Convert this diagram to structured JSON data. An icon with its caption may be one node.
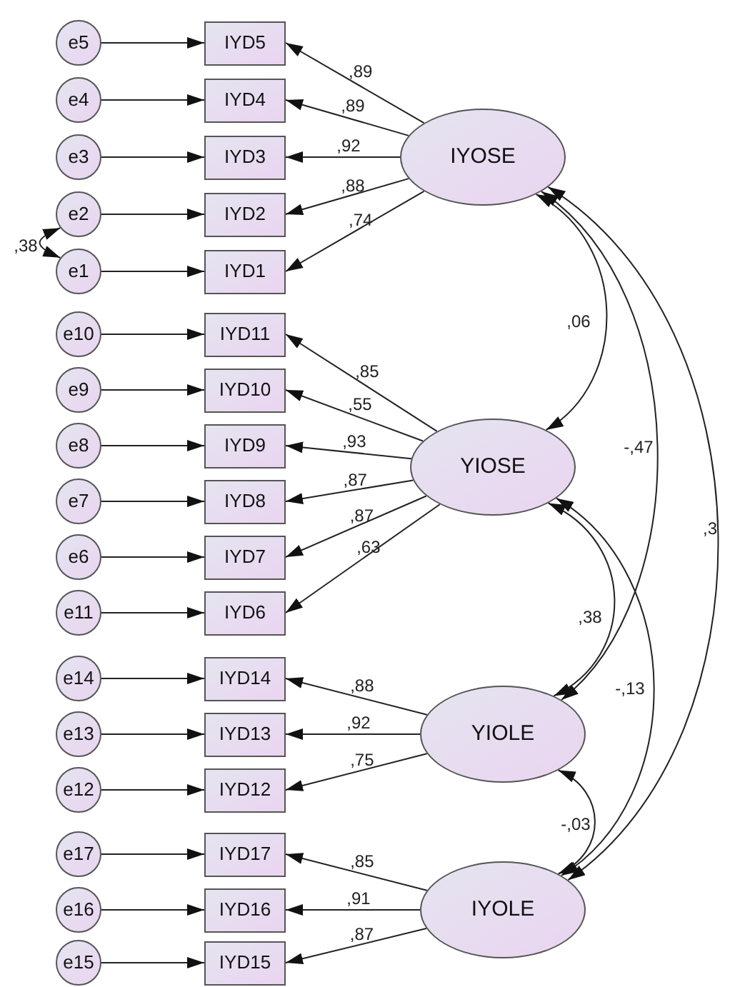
{
  "diagram": {
    "nodes": [
      {
        "text": [
          "e5"
        ]
      },
      {
        "text": [
          "IYD5"
        ]
      },
      {
        "text": [
          "e4"
        ]
      },
      {
        "text": [
          "IYD4"
        ]
      },
      {
        "text": [
          "e3"
        ]
      },
      {
        "text": [
          "IYD3"
        ]
      },
      {
        "text": [
          "e2"
        ]
      },
      {
        "text": [
          "IYD2"
        ]
      },
      {
        "text": [
          "e1"
        ]
      },
      {
        "text": [
          "IYD1"
        ]
      },
      {
        "text": [
          "IYOSE"
        ]
      },
      {
        "text": [
          "e10"
        ]
      },
      {
        "text": [
          "IYD11"
        ]
      },
      {
        "text": [
          "e9"
        ]
      },
      {
        "text": [
          "IYD10"
        ]
      },
      {
        "text": [
          "e8"
        ]
      },
      {
        "text": [
          "IYD9"
        ]
      },
      {
        "text": [
          "e7"
        ]
      },
      {
        "text": [
          "IYD8"
        ]
      },
      {
        "text": [
          "e6"
        ]
      },
      {
        "text": [
          "IYD7"
        ]
      },
      {
        "text": [
          "e11"
        ]
      },
      {
        "text": [
          "IYD6"
        ]
      },
      {
        "text": [
          "YIOSE"
        ]
      },
      {
        "text": [
          "e14"
        ]
      },
      {
        "text": [
          "IYD14"
        ]
      },
      {
        "text": [
          "e13"
        ]
      },
      {
        "text": [
          "IYD13"
        ]
      },
      {
        "text": [
          "e12"
        ]
      },
      {
        "text": [
          "IYD12"
        ]
      },
      {
        "text": [
          "YIOLE"
        ]
      },
      {
        "text": [
          "e17"
        ]
      },
      {
        "text": [
          "IYD17"
        ]
      },
      {
        "text": [
          "e16"
        ]
      },
      {
        "text": [
          "IYD16"
        ]
      },
      {
        "text": [
          "e15"
        ]
      },
      {
        "text": [
          "IYD15"
        ]
      },
      {
        "text": [
          "IYOLE"
        ]
      }
    ],
    "edges": [
      {
        "from": 0,
        "to": 1,
        "arrow": "to"
      },
      {
        "from": 2,
        "to": 3,
        "arrow": "to"
      },
      {
        "from": 4,
        "to": 5,
        "arrow": "to"
      },
      {
        "from": 6,
        "to": 7,
        "arrow": "to"
      },
      {
        "from": 8,
        "to": 9,
        "arrow": "to"
      },
      {
        "from": 10,
        "to": 1,
        "arrow": "to",
        "label": ",89"
      },
      {
        "from": 10,
        "to": 3,
        "arrow": "to",
        "label": ",89"
      },
      {
        "from": 10,
        "to": 5,
        "arrow": "to",
        "label": ",92"
      },
      {
        "from": 10,
        "to": 7,
        "arrow": "to",
        "label": ",88"
      },
      {
        "from": 10,
        "to": 9,
        "arrow": "to",
        "label": ",74"
      },
      {
        "from": 6,
        "to": 8,
        "arrow": "both",
        "label": ",38"
      },
      {
        "from": 11,
        "to": 12,
        "arrow": "to"
      },
      {
        "from": 13,
        "to": 14,
        "arrow": "to"
      },
      {
        "from": 15,
        "to": 16,
        "arrow": "to"
      },
      {
        "from": 17,
        "to": 18,
        "arrow": "to"
      },
      {
        "from": 19,
        "to": 20,
        "arrow": "to"
      },
      {
        "from": 21,
        "to": 22,
        "arrow": "to"
      },
      {
        "from": 23,
        "to": 12,
        "arrow": "to",
        "label": ",85"
      },
      {
        "from": 23,
        "to": 14,
        "arrow": "to",
        "label": ",55"
      },
      {
        "from": 23,
        "to": 16,
        "arrow": "to",
        "label": ",93"
      },
      {
        "from": 23,
        "to": 18,
        "arrow": "to",
        "label": ",87"
      },
      {
        "from": 23,
        "to": 20,
        "arrow": "to",
        "label": ",87"
      },
      {
        "from": 23,
        "to": 22,
        "arrow": "to",
        "label": ",63"
      },
      {
        "from": 24,
        "to": 25,
        "arrow": "to"
      },
      {
        "from": 26,
        "to": 27,
        "arrow": "to"
      },
      {
        "from": 28,
        "to": 29,
        "arrow": "to"
      },
      {
        "from": 30,
        "to": 25,
        "arrow": "to",
        "label": ",88"
      },
      {
        "from": 30,
        "to": 27,
        "arrow": "to",
        "label": ",92"
      },
      {
        "from": 30,
        "to": 29,
        "arrow": "to",
        "label": ",75"
      },
      {
        "from": 31,
        "to": 32,
        "arrow": "to"
      },
      {
        "from": 33,
        "to": 34,
        "arrow": "to"
      },
      {
        "from": 35,
        "to": 36,
        "arrow": "to"
      },
      {
        "from": 37,
        "to": 32,
        "arrow": "to",
        "label": ",85"
      },
      {
        "from": 37,
        "to": 34,
        "arrow": "to",
        "label": ",91"
      },
      {
        "from": 37,
        "to": 36,
        "arrow": "to",
        "label": ",87"
      },
      {
        "from": 10,
        "to": 23,
        "arrow": "both",
        "label": ",06"
      },
      {
        "from": 10,
        "to": 30,
        "arrow": "both",
        "label": "-,47"
      },
      {
        "from": 10,
        "to": 37,
        "arrow": "both",
        "label": ",3"
      },
      {
        "from": 23,
        "to": 30,
        "arrow": "both",
        "label": ",38"
      },
      {
        "from": 23,
        "to": 37,
        "arrow": "both",
        "label": "-,13"
      },
      {
        "from": 30,
        "to": 37,
        "arrow": "both",
        "label": "-,03"
      }
    ]
  }
}
